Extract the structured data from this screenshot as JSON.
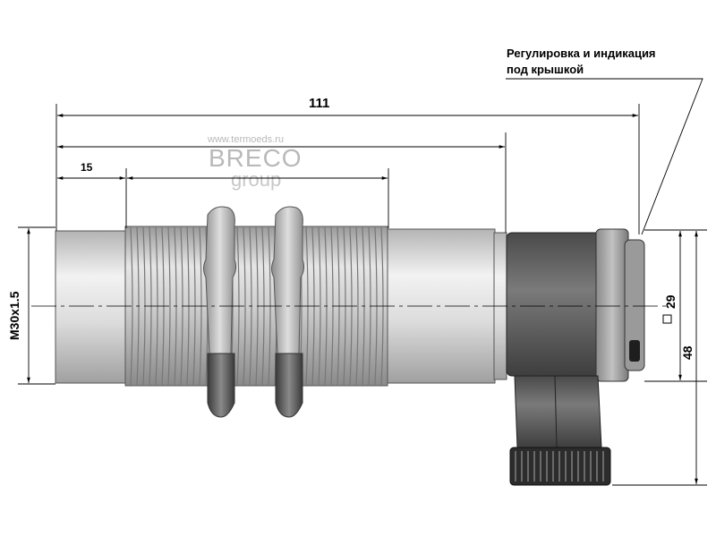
{
  "drawing": {
    "note_line1": "Регулировка и индикация",
    "note_line2": "под крышкой",
    "dim_overall": "111",
    "dim_thread_start": "15",
    "dim_thread_label": "M30x1.5",
    "dim_square": "29",
    "dim_height": "48"
  },
  "watermark": {
    "url": "www.termoeds.ru",
    "brand": "BRECO",
    "sub": "group"
  }
}
